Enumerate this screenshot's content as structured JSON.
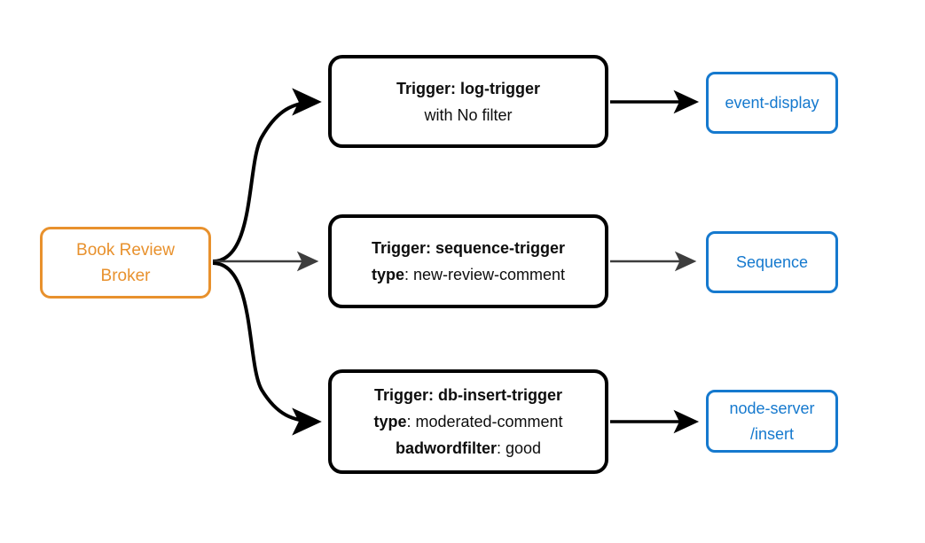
{
  "diagram": {
    "type": "event-broker-trigger-flow",
    "source": {
      "id": "book-review-broker",
      "label_line1": "Book Review",
      "label_line2": "Broker",
      "color": "#E8912D",
      "shape": "rounded-rectangle"
    },
    "rows": [
      {
        "id": "log-trigger-row",
        "trigger": {
          "id": "log-trigger",
          "lines": [
            {
              "bold": "Trigger: log-trigger",
              "rest": ""
            },
            {
              "bold": "",
              "rest": "with No filter"
            }
          ]
        },
        "target": {
          "id": "event-display",
          "lines": [
            "event-display"
          ],
          "color": "#1579CE"
        },
        "edge_color": "#000000"
      },
      {
        "id": "sequence-trigger-row",
        "trigger": {
          "id": "sequence-trigger",
          "lines": [
            {
              "bold": "Trigger: sequence-trigger",
              "rest": ""
            },
            {
              "bold": "type",
              "rest": ": new-review-comment"
            }
          ]
        },
        "target": {
          "id": "sequence",
          "lines": [
            "Sequence"
          ],
          "color": "#1579CE"
        },
        "edge_color": "#3d3d3d"
      },
      {
        "id": "db-insert-trigger-row",
        "trigger": {
          "id": "db-insert-trigger",
          "lines": [
            {
              "bold": "Trigger: db-insert-trigger",
              "rest": ""
            },
            {
              "bold": "type",
              "rest": ": moderated-comment"
            },
            {
              "bold": "badwordfilter",
              "rest": ": good"
            }
          ]
        },
        "target": {
          "id": "node-server-insert",
          "lines": [
            "node-server",
            "/insert"
          ],
          "color": "#1579CE"
        },
        "edge_color": "#000000"
      }
    ]
  }
}
